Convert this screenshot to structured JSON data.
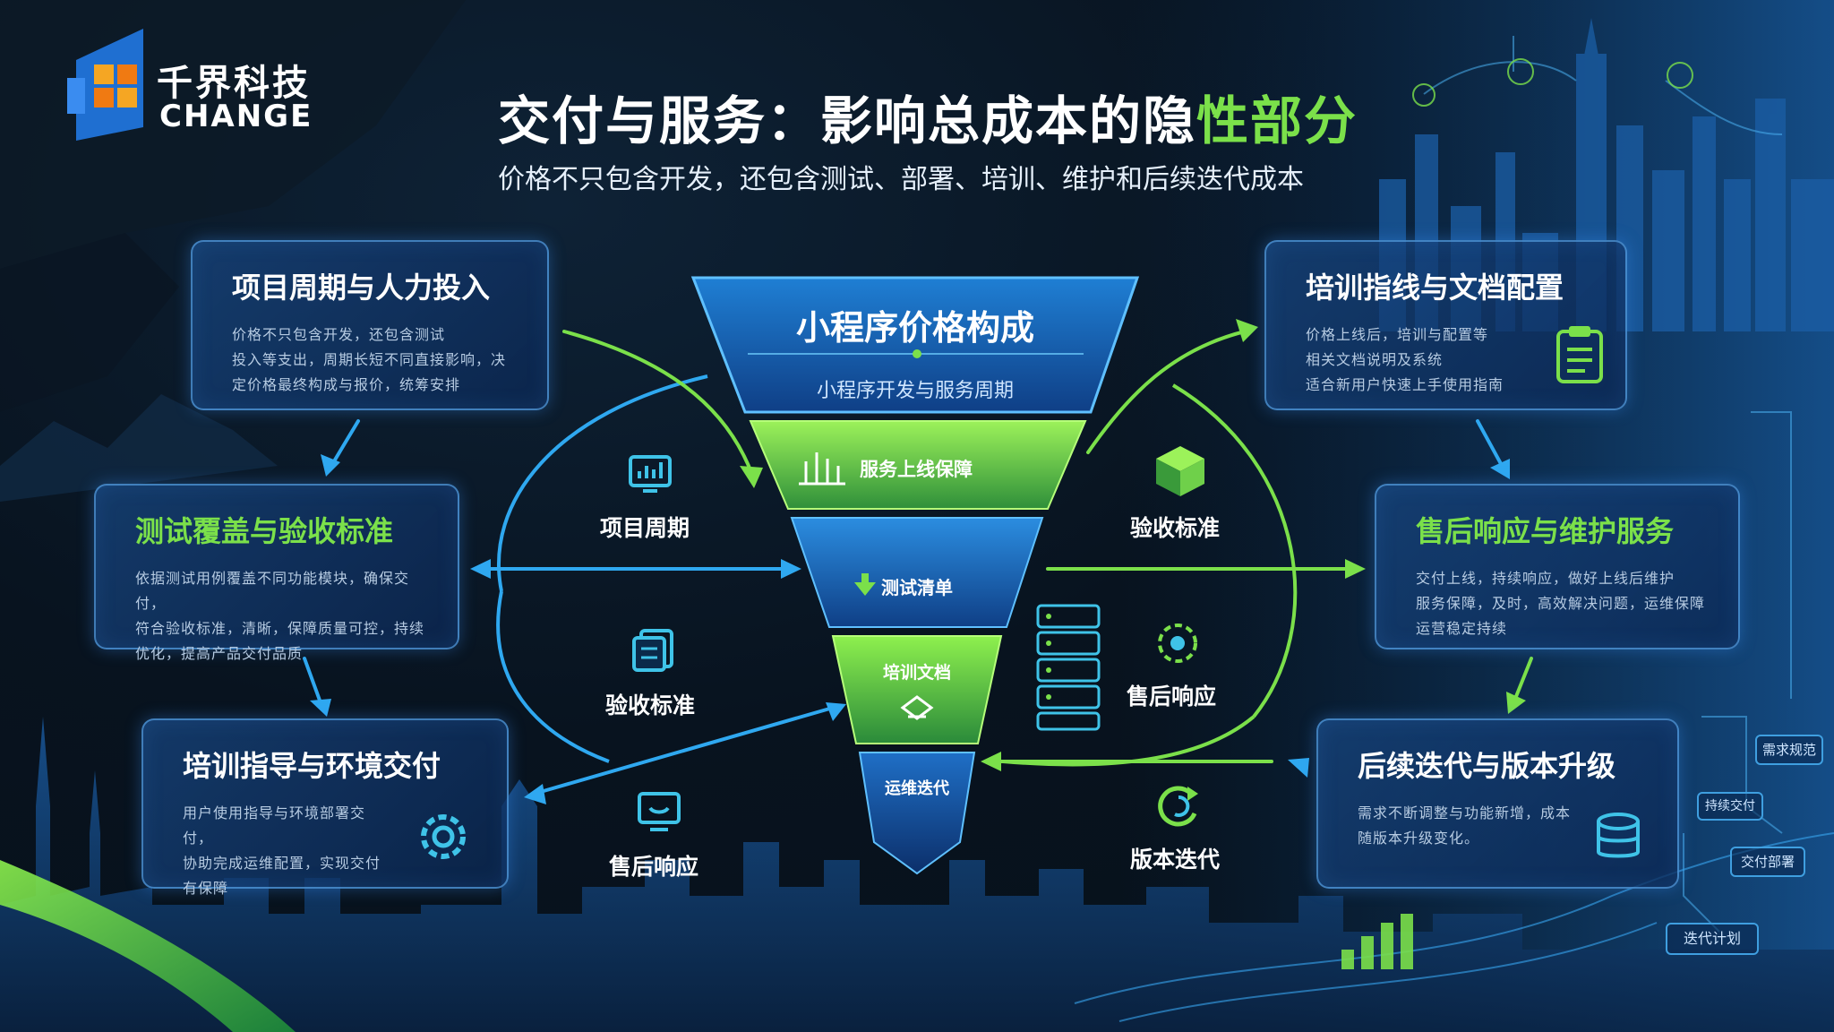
{
  "brand": {
    "name_cn": "千界科技",
    "name_en": "CHANGE"
  },
  "header": {
    "title_main": "交付与服务：影响总成本的隐",
    "title_highlight": "性部分",
    "subtitle": "价格不只包含开发，还包含测试、部署、培训、维护和后续迭代成本"
  },
  "left_boxes": [
    {
      "title": "项目周期与人力投入",
      "body": [
        "价格不只包含开发，还包含测试",
        "投入等支出，周期长短不同直接影响，决",
        "定价格最终构成与报价，统筹安排"
      ]
    },
    {
      "title": "测试覆盖与验收标准",
      "body": [
        "依据测试用例覆盖不同功能模块，确保交付，",
        "符合验收标准，清晰，保障质量可控，持续",
        "优化，提高产品交付品质"
      ]
    },
    {
      "title": "培训指导与环境交付",
      "body": [
        "用户使用指导与环境部署交付，",
        "协助完成运维配置，实现交付",
        "有保障"
      ]
    }
  ],
  "right_boxes": [
    {
      "title": "培训指线与文档配置",
      "body": [
        "价格上线后，培训与配置等",
        "相关文档说明及系统",
        "适合新用户快速上手使用指南"
      ]
    },
    {
      "title": "售后响应与维护服务",
      "body": [
        "交付上线，持续响应，做好上线后维护",
        "服务保障，及时，高效解决问题，运维保障",
        "运营稳定持续"
      ]
    },
    {
      "title": "后续迭代与版本升级",
      "body": [
        "需求不断调整与功能新增，成本",
        "随版本升级变化。"
      ]
    }
  ],
  "funnel": {
    "top_title": "小程序价格构成",
    "top_subtitle": "小程序开发与服务周期",
    "layers": [
      "服务上线保障",
      "测试清单",
      "培训文档",
      "运维迭代"
    ]
  },
  "orbit_left": [
    "项目周期",
    "验收标准",
    "售后响应"
  ],
  "orbit_right": [
    "验收标准",
    "售后响应",
    "版本迭代"
  ],
  "side_tags": [
    "需求规范",
    "持续交付",
    "交付部署",
    "迭代计划"
  ],
  "colors": {
    "accent_green": "#7be04a",
    "accent_blue": "#2fa8f0",
    "box_border": "#5caaf0"
  }
}
